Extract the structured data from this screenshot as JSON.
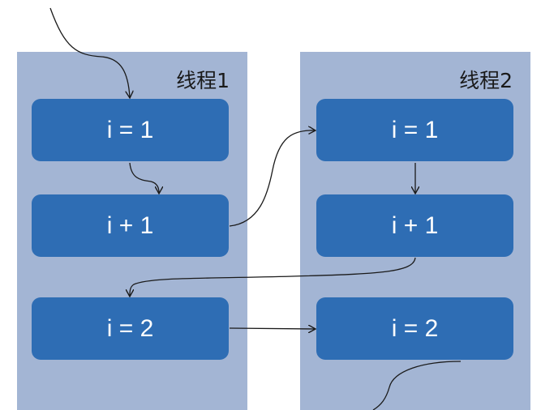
{
  "threads": [
    {
      "title": "线程1",
      "steps": [
        "i = 1",
        "i + 1",
        "i = 2"
      ]
    },
    {
      "title": "线程2",
      "steps": [
        "i = 1",
        "i + 1",
        "i = 2"
      ]
    }
  ],
  "colors": {
    "panel": "#a3b5d4",
    "box": "#2e6db4",
    "box_text": "#ffffff",
    "arrow": "#1a1a1a"
  }
}
